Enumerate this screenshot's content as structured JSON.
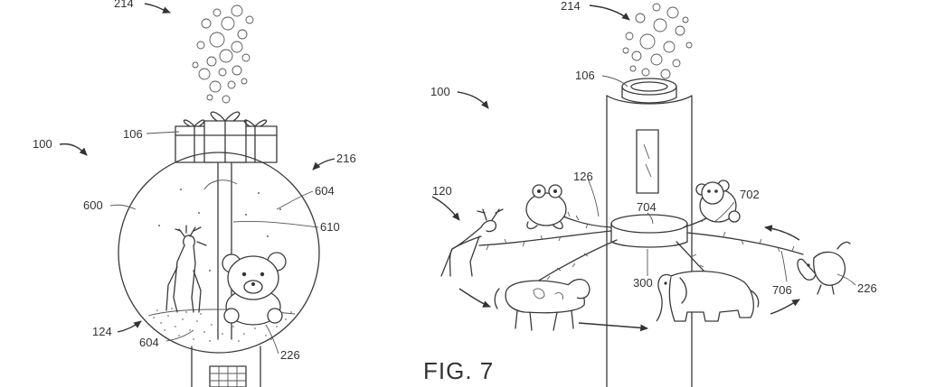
{
  "figure_label": "FIG. 7",
  "left_refs": {
    "r214": "214",
    "r106": "106",
    "r100": "100",
    "r216": "216",
    "r600": "600",
    "r604a": "604",
    "r610": "610",
    "r124": "124",
    "r604b": "604",
    "r226": "226"
  },
  "right_refs": {
    "r214": "214",
    "r106": "106",
    "r100": "100",
    "r126": "126",
    "r120": "120",
    "r704": "704",
    "r702": "702",
    "r300": "300",
    "r706": "706",
    "r226": "226"
  }
}
